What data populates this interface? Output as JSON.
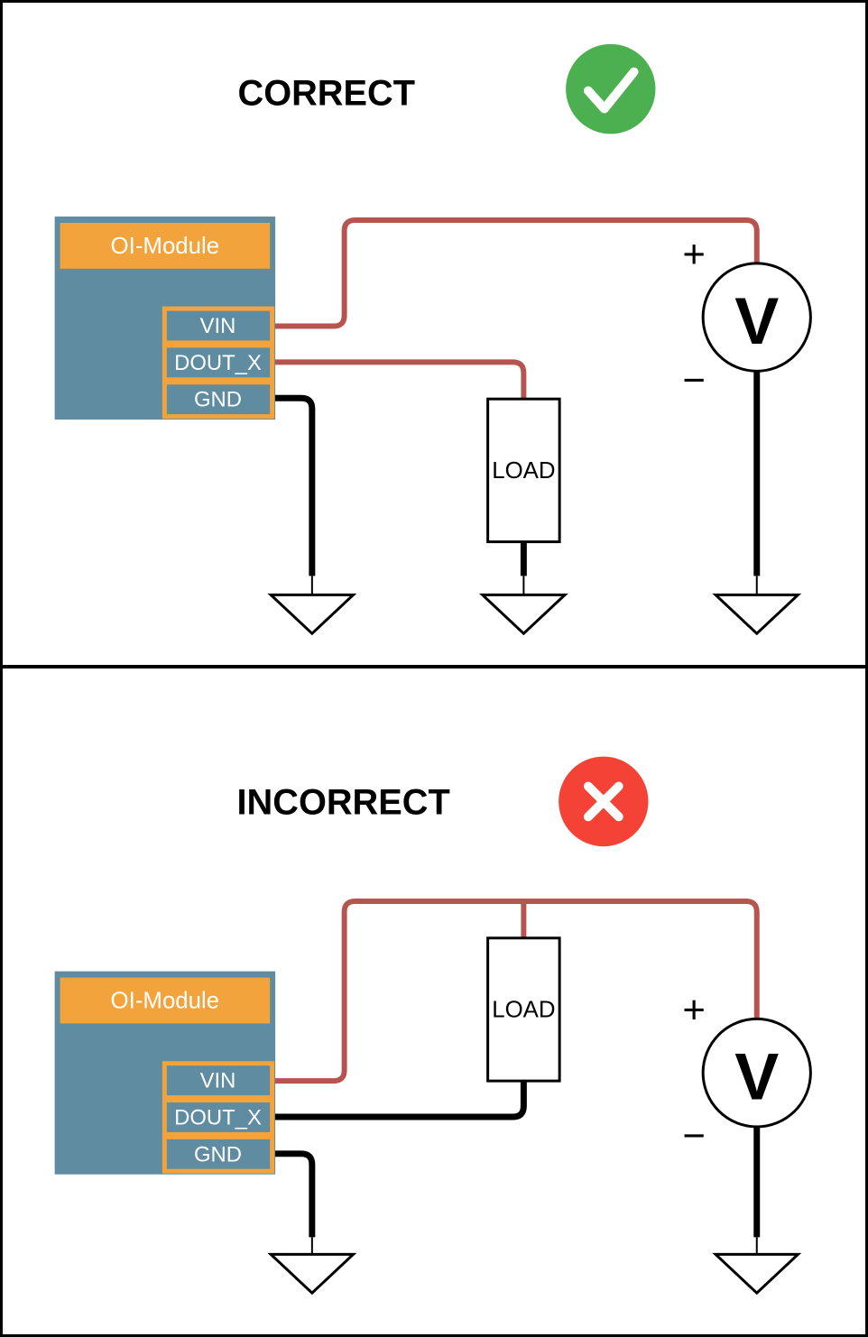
{
  "colors": {
    "module_fill": "#5F8CA0",
    "accent_orange": "#F2A33C",
    "wire_red": "#B85450",
    "wire_black": "#000000",
    "success_green": "#4CAF50",
    "error_red": "#F44336",
    "paper": "#FFFFFF",
    "ink": "#000000"
  },
  "panels": [
    {
      "title": "CORRECT",
      "status": "check"
    },
    {
      "title": "INCORRECT",
      "status": "cross"
    }
  ],
  "module": {
    "title": "OI-Module",
    "pins": [
      "VIN",
      "DOUT_X",
      "GND"
    ]
  },
  "load": {
    "label": "LOAD"
  },
  "voltmeter": {
    "label": "V",
    "plus": "+",
    "minus": "−"
  }
}
